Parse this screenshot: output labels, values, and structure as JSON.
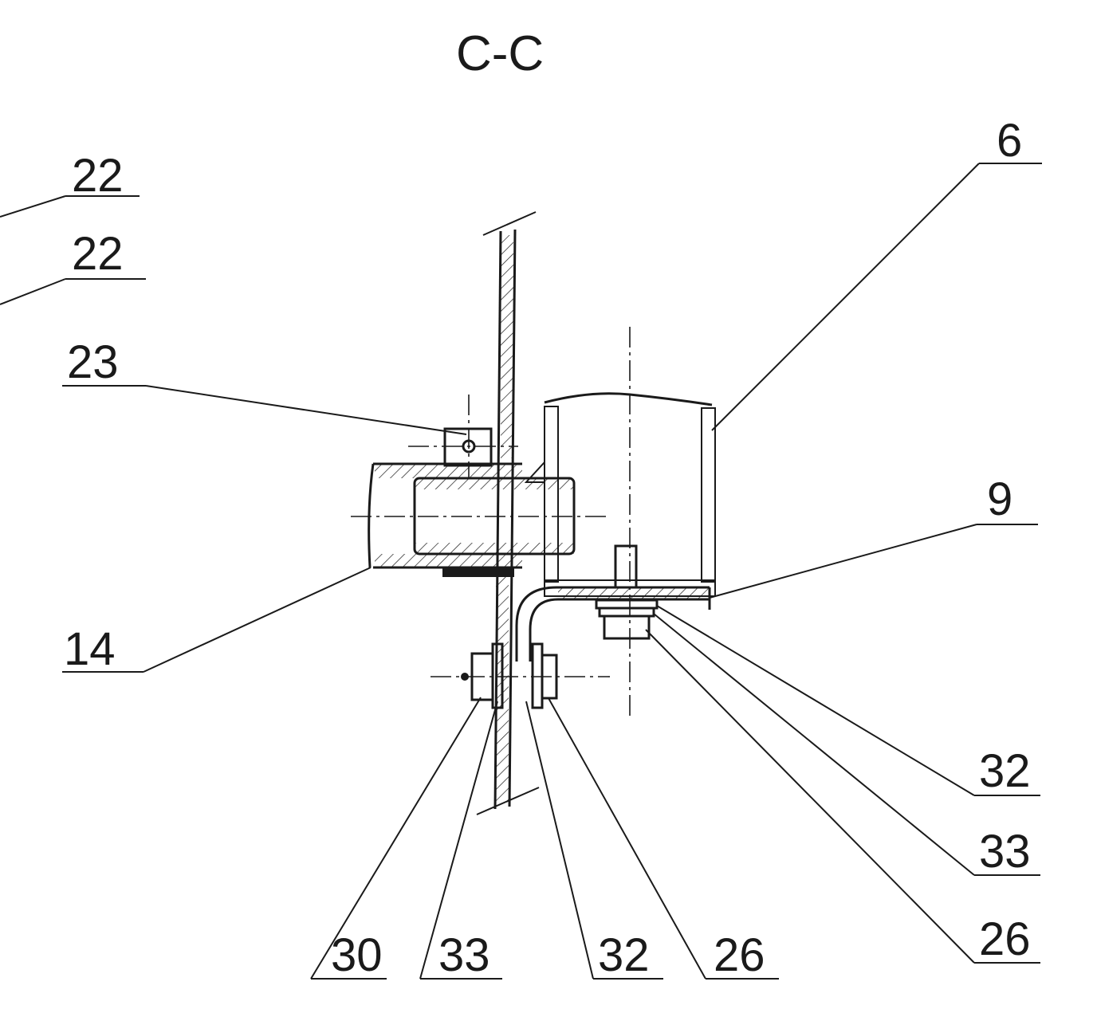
{
  "title": "C-C",
  "callouts": [
    {
      "id": "c22a",
      "text": "22"
    },
    {
      "id": "c22b",
      "text": "22"
    },
    {
      "id": "c23",
      "text": "23"
    },
    {
      "id": "c14",
      "text": "14"
    },
    {
      "id": "c6",
      "text": "6"
    },
    {
      "id": "c9",
      "text": "9"
    },
    {
      "id": "c32r",
      "text": "32"
    },
    {
      "id": "c33r",
      "text": "33"
    },
    {
      "id": "c26r",
      "text": "26"
    },
    {
      "id": "c30",
      "text": "30"
    },
    {
      "id": "c33b",
      "text": "33"
    },
    {
      "id": "c32b",
      "text": "32"
    },
    {
      "id": "c26b",
      "text": "26"
    }
  ],
  "colors": {
    "ink": "#1a1a1a",
    "paper": "#ffffff"
  }
}
